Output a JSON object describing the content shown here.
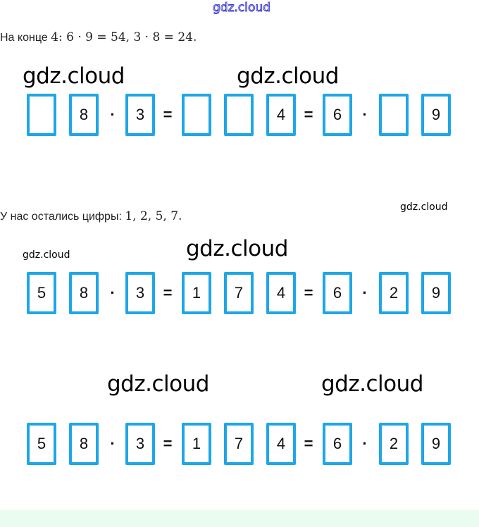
{
  "watermarks": {
    "top": "gdz.cloud",
    "text": "gdz.cloud"
  },
  "line1": {
    "label": "На конце",
    "math": "4: 6 · 9 = 54, 3 · 8 = 24."
  },
  "line2": {
    "label": "У нас остались цифры:",
    "math": "1, 2, 5, 7."
  },
  "accent": "#1ea6e6",
  "rows": [
    [
      "",
      "8",
      "·",
      "3",
      "=",
      "",
      "",
      "4",
      "=",
      "6",
      "·",
      "",
      "9"
    ],
    [
      "5",
      "8",
      "·",
      "3",
      "=",
      "1",
      "7",
      "4",
      "=",
      "6",
      "·",
      "2",
      "9"
    ],
    [
      "5",
      "8",
      "·",
      "3",
      "=",
      "1",
      "7",
      "4",
      "=",
      "6",
      "·",
      "2",
      "9"
    ]
  ]
}
